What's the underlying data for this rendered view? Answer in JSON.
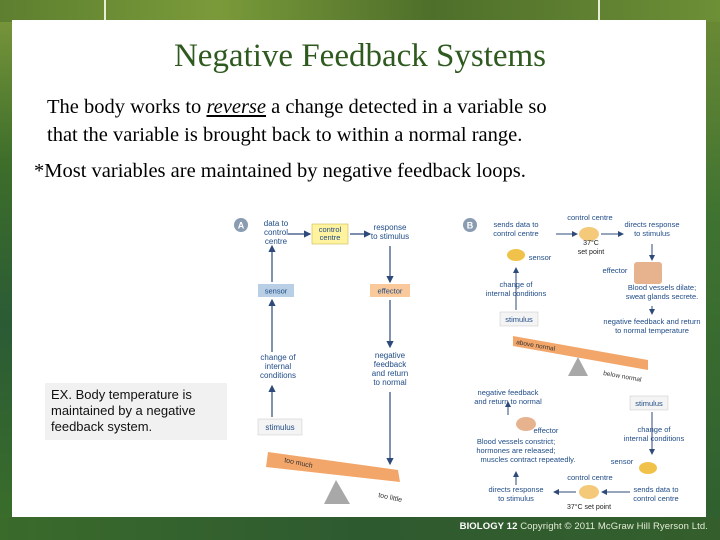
{
  "slide": {
    "title": "Negative Feedback Systems",
    "line1_pre": "The body works to ",
    "line1_em": "reverse",
    "line1_post": " a change detected in a variable so",
    "line2": "that the variable is brought back to within a normal range.",
    "line3": "*Most variables are maintained by negative feedback loops.",
    "example": "EX. Body temperature is maintained by a negative feedback system.",
    "footer_bold": "BIOLOGY 12",
    "footer_rest": "Copyright © 2011 McGraw Hill Ryerson Ltd."
  },
  "diagram_a": {
    "label": "A",
    "data_to_control_centre": "data to control centre",
    "control_centre": "control centre",
    "response_to_stimulus": "response to stimulus",
    "sensor": "sensor",
    "effector": "effector",
    "change_internal": "change of internal conditions",
    "negative_feedback": "negative feedback and return to normal",
    "stimulus": "stimulus",
    "too_much": "too much",
    "too_little": "too little"
  },
  "diagram_b": {
    "label": "B",
    "sends_data_top": "sends data to control centre",
    "control_centre_top": "control centre",
    "directs_response_top": "directs response to stimulus",
    "set_point_top": "37°C set point",
    "sensor_top": "sensor",
    "effector_top": "effector",
    "change_top": "change of internal conditions",
    "vessels_dilate": "Blood vessels dilate; sweat glands secrete.",
    "stimulus_top": "stimulus",
    "nf_return_top": "negative feedback and return to normal temperature",
    "above_normal": "above normal",
    "below_normal": "below normal",
    "nf_return_bottom": "negative feedback and return to normal",
    "stimulus_bottom": "stimulus",
    "effector_bottom": "effector",
    "vessels_constrict": "Blood vessels constrict; hormones are released; muscles contract repeatedly.",
    "change_bottom": "change of internal conditions",
    "sensor_bottom": "sensor",
    "directs_response_bottom": "directs response to stimulus",
    "control_centre_bottom": "control centre",
    "sends_data_bottom": "sends data to control centre",
    "set_point_bottom": "37°C set point"
  },
  "colors": {
    "title": "#2f5a1f",
    "arrow": "#2d4a7a",
    "label_blue": "#1f4b86",
    "box_blue": "#b9cfe6",
    "box_yellow": "#fff3a0",
    "box_orange": "#f9c99b",
    "seesaw_orange": "#f3a66a"
  }
}
